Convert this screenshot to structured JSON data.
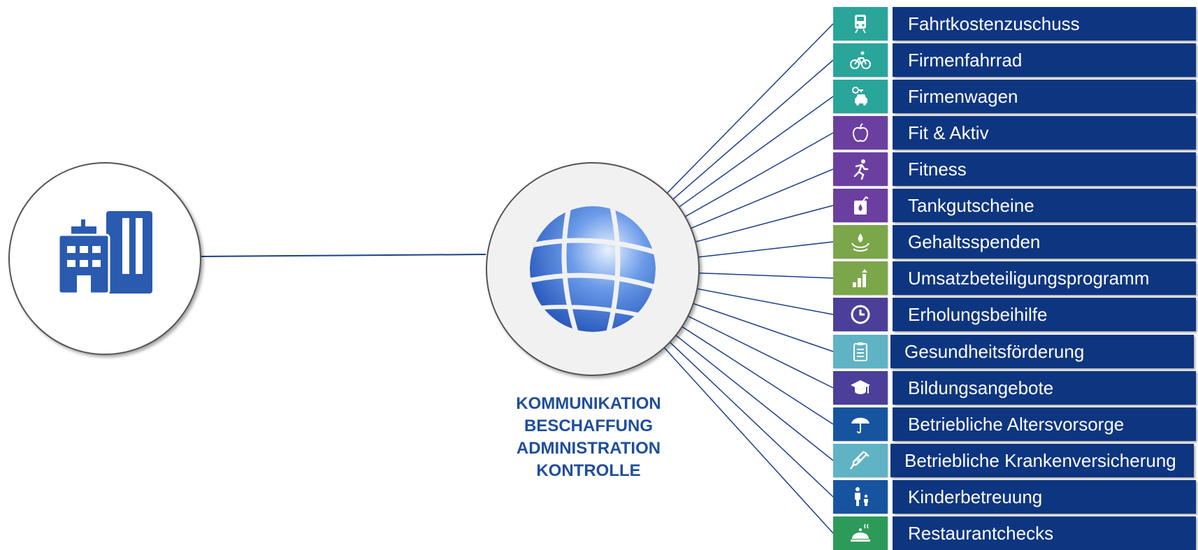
{
  "tagline": [
    "KOMMUNIKATION",
    "BESCHAFFUNG",
    "ADMINISTRATION",
    "KONTROLLE"
  ],
  "colors": {
    "label_bg": "#0e3580",
    "tagline": "#1f4e9c",
    "connector": "#1b3f8a",
    "company_icon": "#2a5bb0"
  },
  "benefits": [
    {
      "label": "Fahrtkostenzuschuss",
      "icon": "train-icon",
      "color": "#2aa59a"
    },
    {
      "label": "Firmenfahrrad",
      "icon": "bicycle-icon",
      "color": "#2aa59a"
    },
    {
      "label": "Firmenwagen",
      "icon": "car-key-icon",
      "color": "#2aa59a"
    },
    {
      "label": "Fit & Aktiv",
      "icon": "apple-icon",
      "color": "#6b3fa0"
    },
    {
      "label": "Fitness",
      "icon": "runner-icon",
      "color": "#6b3fa0"
    },
    {
      "label": "Tankgutscheine",
      "icon": "fuel-can-icon",
      "color": "#6b3fa0"
    },
    {
      "label": "Gehaltsspenden",
      "icon": "donation-hand-icon",
      "color": "#7ca64a"
    },
    {
      "label": "Umsatzbeteiligungsprogramm",
      "icon": "growth-chart-icon",
      "color": "#7ca64a"
    },
    {
      "label": "Erholungsbeihilfe",
      "icon": "clock-icon",
      "color": "#4b3f9a"
    },
    {
      "label": "Gesundheitsförderung",
      "icon": "clipboard-icon",
      "color": "#5fb3c4"
    },
    {
      "label": "Bildungsangebote",
      "icon": "graduation-cap-icon",
      "color": "#4b3f9a"
    },
    {
      "label": "Betriebliche Altersvorsorge",
      "icon": "umbrella-icon",
      "color": "#1754a0"
    },
    {
      "label": "Betriebliche Krankenversicherung",
      "icon": "syringe-icon",
      "color": "#5fb3c4"
    },
    {
      "label": "Kinderbetreuung",
      "icon": "parent-child-icon",
      "color": "#1754a0"
    },
    {
      "label": "Restaurantchecks",
      "icon": "cloche-icon",
      "color": "#2e9a5a"
    }
  ]
}
